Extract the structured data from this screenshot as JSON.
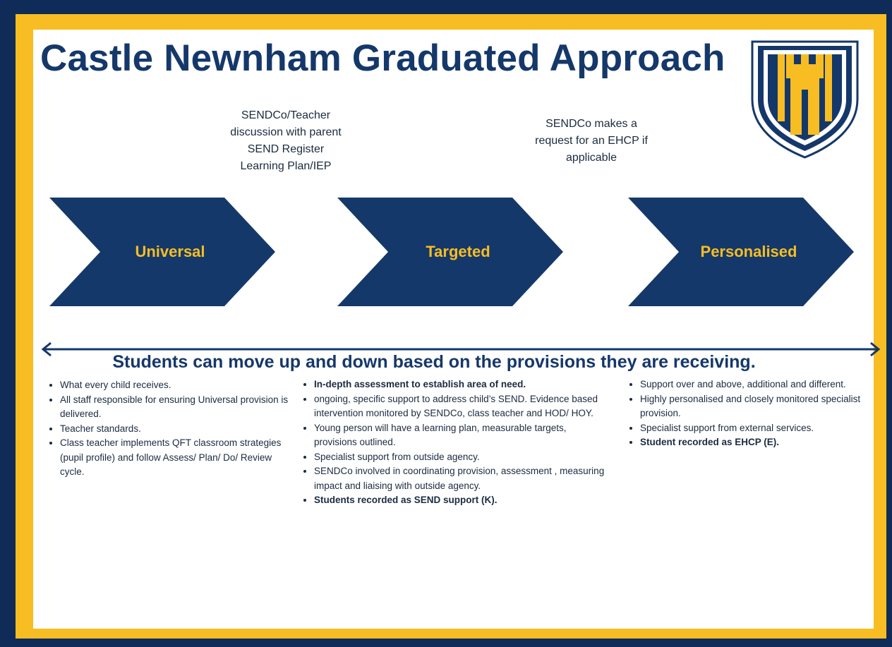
{
  "title": "Castle Newnham Graduated Approach",
  "colors": {
    "navy": "#15386a",
    "gold": "#f7bd23",
    "frame": "#0f2b57"
  },
  "logo": {
    "icon": "castle-tower-shield-icon"
  },
  "notes": {
    "targeted": "SENDCo/Teacher\ndiscussion with parent\nSEND Register\nLearning Plan/IEP",
    "personalised": "SENDCo makes a\nrequest for an EHCP if\napplicable"
  },
  "stages": [
    {
      "label": "Universal"
    },
    {
      "label": "Targeted"
    },
    {
      "label": "Personalised"
    }
  ],
  "headline": "Students can move up and down based on the provisions they are receiving.",
  "columns": [
    {
      "items": [
        {
          "text": "What every child receives.",
          "bold": false
        },
        {
          "text": "All staff responsible for ensuring Universal provision is delivered.",
          "bold": false
        },
        {
          "text": "Teacher standards.",
          "bold": false
        },
        {
          "text": "Class teacher implements QFT classroom strategies (pupil profile) and follow Assess/ Plan/ Do/ Review cycle.",
          "bold": false
        }
      ]
    },
    {
      "items": [
        {
          "text": "In-depth assessment to establish area of need.",
          "bold": true
        },
        {
          "text": "ongoing, specific support to address child’s SEND. Evidence based intervention monitored by SENDCo, class teacher and HOD/ HOY.",
          "bold": false
        },
        {
          "text": "Young person will have a learning plan, measurable targets, provisions outlined.",
          "bold": false
        },
        {
          "text": "Specialist support from outside agency.",
          "bold": false
        },
        {
          "text": "SENDCo involved in coordinating provision, assessment , measuring impact and liaising with outside agency.",
          "bold": false
        },
        {
          "text": "Students recorded as SEND support (K).",
          "bold": true
        }
      ]
    },
    {
      "items": [
        {
          "text": "Support over and above, additional and different.",
          "bold": false
        },
        {
          "text": "Highly personalised and closely monitored specialist provision.",
          "bold": false
        },
        {
          "text": "Specialist support from external services.",
          "bold": false
        },
        {
          "text": "Student recorded as EHCP (E).",
          "bold": true
        }
      ]
    }
  ]
}
